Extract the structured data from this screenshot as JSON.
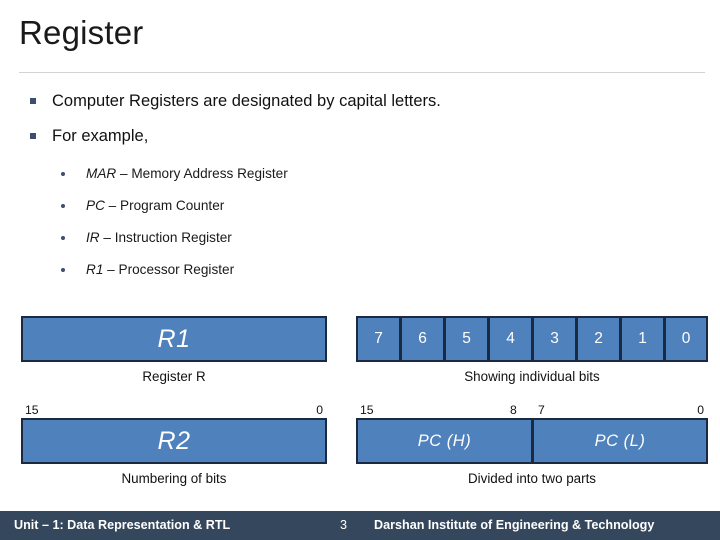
{
  "slide": {
    "title": "Register",
    "bullets": [
      {
        "text": "Computer Registers are designated by capital letters.",
        "marker": "square-bullet"
      },
      {
        "text": "For example,",
        "marker": "square-bullet"
      }
    ],
    "sub_bullets": [
      {
        "abbr": "MAR",
        "sep": " – ",
        "expansion": "Memory Address Register"
      },
      {
        "abbr": "PC",
        "sep": " – ",
        "expansion": "Program Counter"
      },
      {
        "abbr": "IR",
        "sep": " – ",
        "expansion": "Instruction Register"
      },
      {
        "abbr": "R1",
        "sep": " – ",
        "expansion": "Processor Register"
      }
    ]
  },
  "diagram": {
    "colors": {
      "box_fill": "#4F81BD",
      "box_border": "#1B2A41",
      "box_text": "#FFFFFF",
      "footer_bg": "#35475C"
    },
    "register_r1": {
      "label": "R1",
      "caption": "Register R"
    },
    "bits": {
      "cells": [
        "7",
        "6",
        "5",
        "4",
        "3",
        "2",
        "1",
        "0"
      ],
      "caption": "Showing individual bits"
    },
    "register_r2": {
      "label": "R2",
      "caption": "Numbering of bits",
      "left_index": "15",
      "right_index": "0"
    },
    "program_counter": {
      "high": {
        "label": "PC (H)",
        "left_index": "15",
        "right_index": "8"
      },
      "low": {
        "label": "PC (L)",
        "left_index": "7",
        "right_index": "0"
      },
      "caption": "Divided into two parts"
    }
  },
  "footer": {
    "unit": "Unit – 1: Data Representation & RTL",
    "page": "3",
    "organization": "Darshan Institute of Engineering & Technology"
  }
}
